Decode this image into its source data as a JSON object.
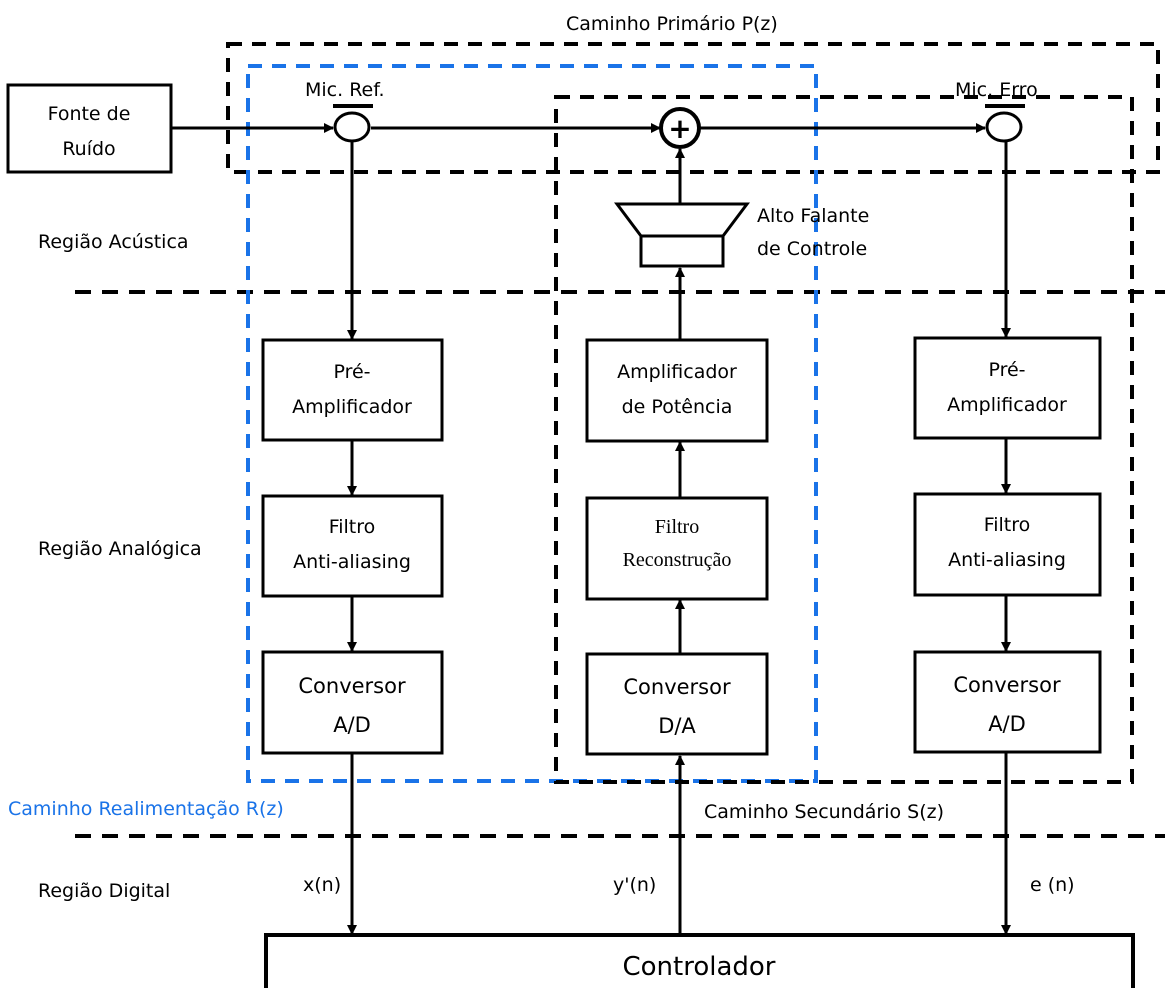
{
  "labels": {
    "primary_path": "Caminho Primário P(z)",
    "secondary_path": "Caminho Secundário S(z)",
    "feedback_path": "Caminho Realimentação R(z)",
    "region_acoustic": "Região Acústica",
    "region_analog": "Região Analógica",
    "region_digital": "Região Digital",
    "mic_ref": "Mic. Ref.",
    "mic_err": "Mic. Erro",
    "speaker_1": "Alto Falante",
    "speaker_2": "de Controle",
    "sum_symbol": "+"
  },
  "blocks": {
    "noise_source": [
      "Fonte de",
      "Ruído"
    ],
    "pre_amp_ref": [
      "Pré-",
      "Amplificador"
    ],
    "aa_filter_ref": [
      "Filtro",
      "Anti-aliasing"
    ],
    "adc_ref": [
      "Conversor",
      "A/D"
    ],
    "power_amp": [
      "Amplificador",
      "de Potência"
    ],
    "recon_filter": [
      "Filtro",
      "Reconstrução"
    ],
    "dac": [
      "Conversor",
      "D/A"
    ],
    "pre_amp_err": [
      "Pré-",
      "Amplificador"
    ],
    "aa_filter_err": [
      "Filtro",
      "Anti-aliasing"
    ],
    "adc_err": [
      "Conversor",
      "A/D"
    ],
    "controller": "Controlador"
  },
  "signals": {
    "x": "x(n)",
    "y": "y'(n)",
    "e": "e (n)"
  },
  "colors": {
    "feedback_path": "#1a73e8",
    "lines": "#000000"
  }
}
